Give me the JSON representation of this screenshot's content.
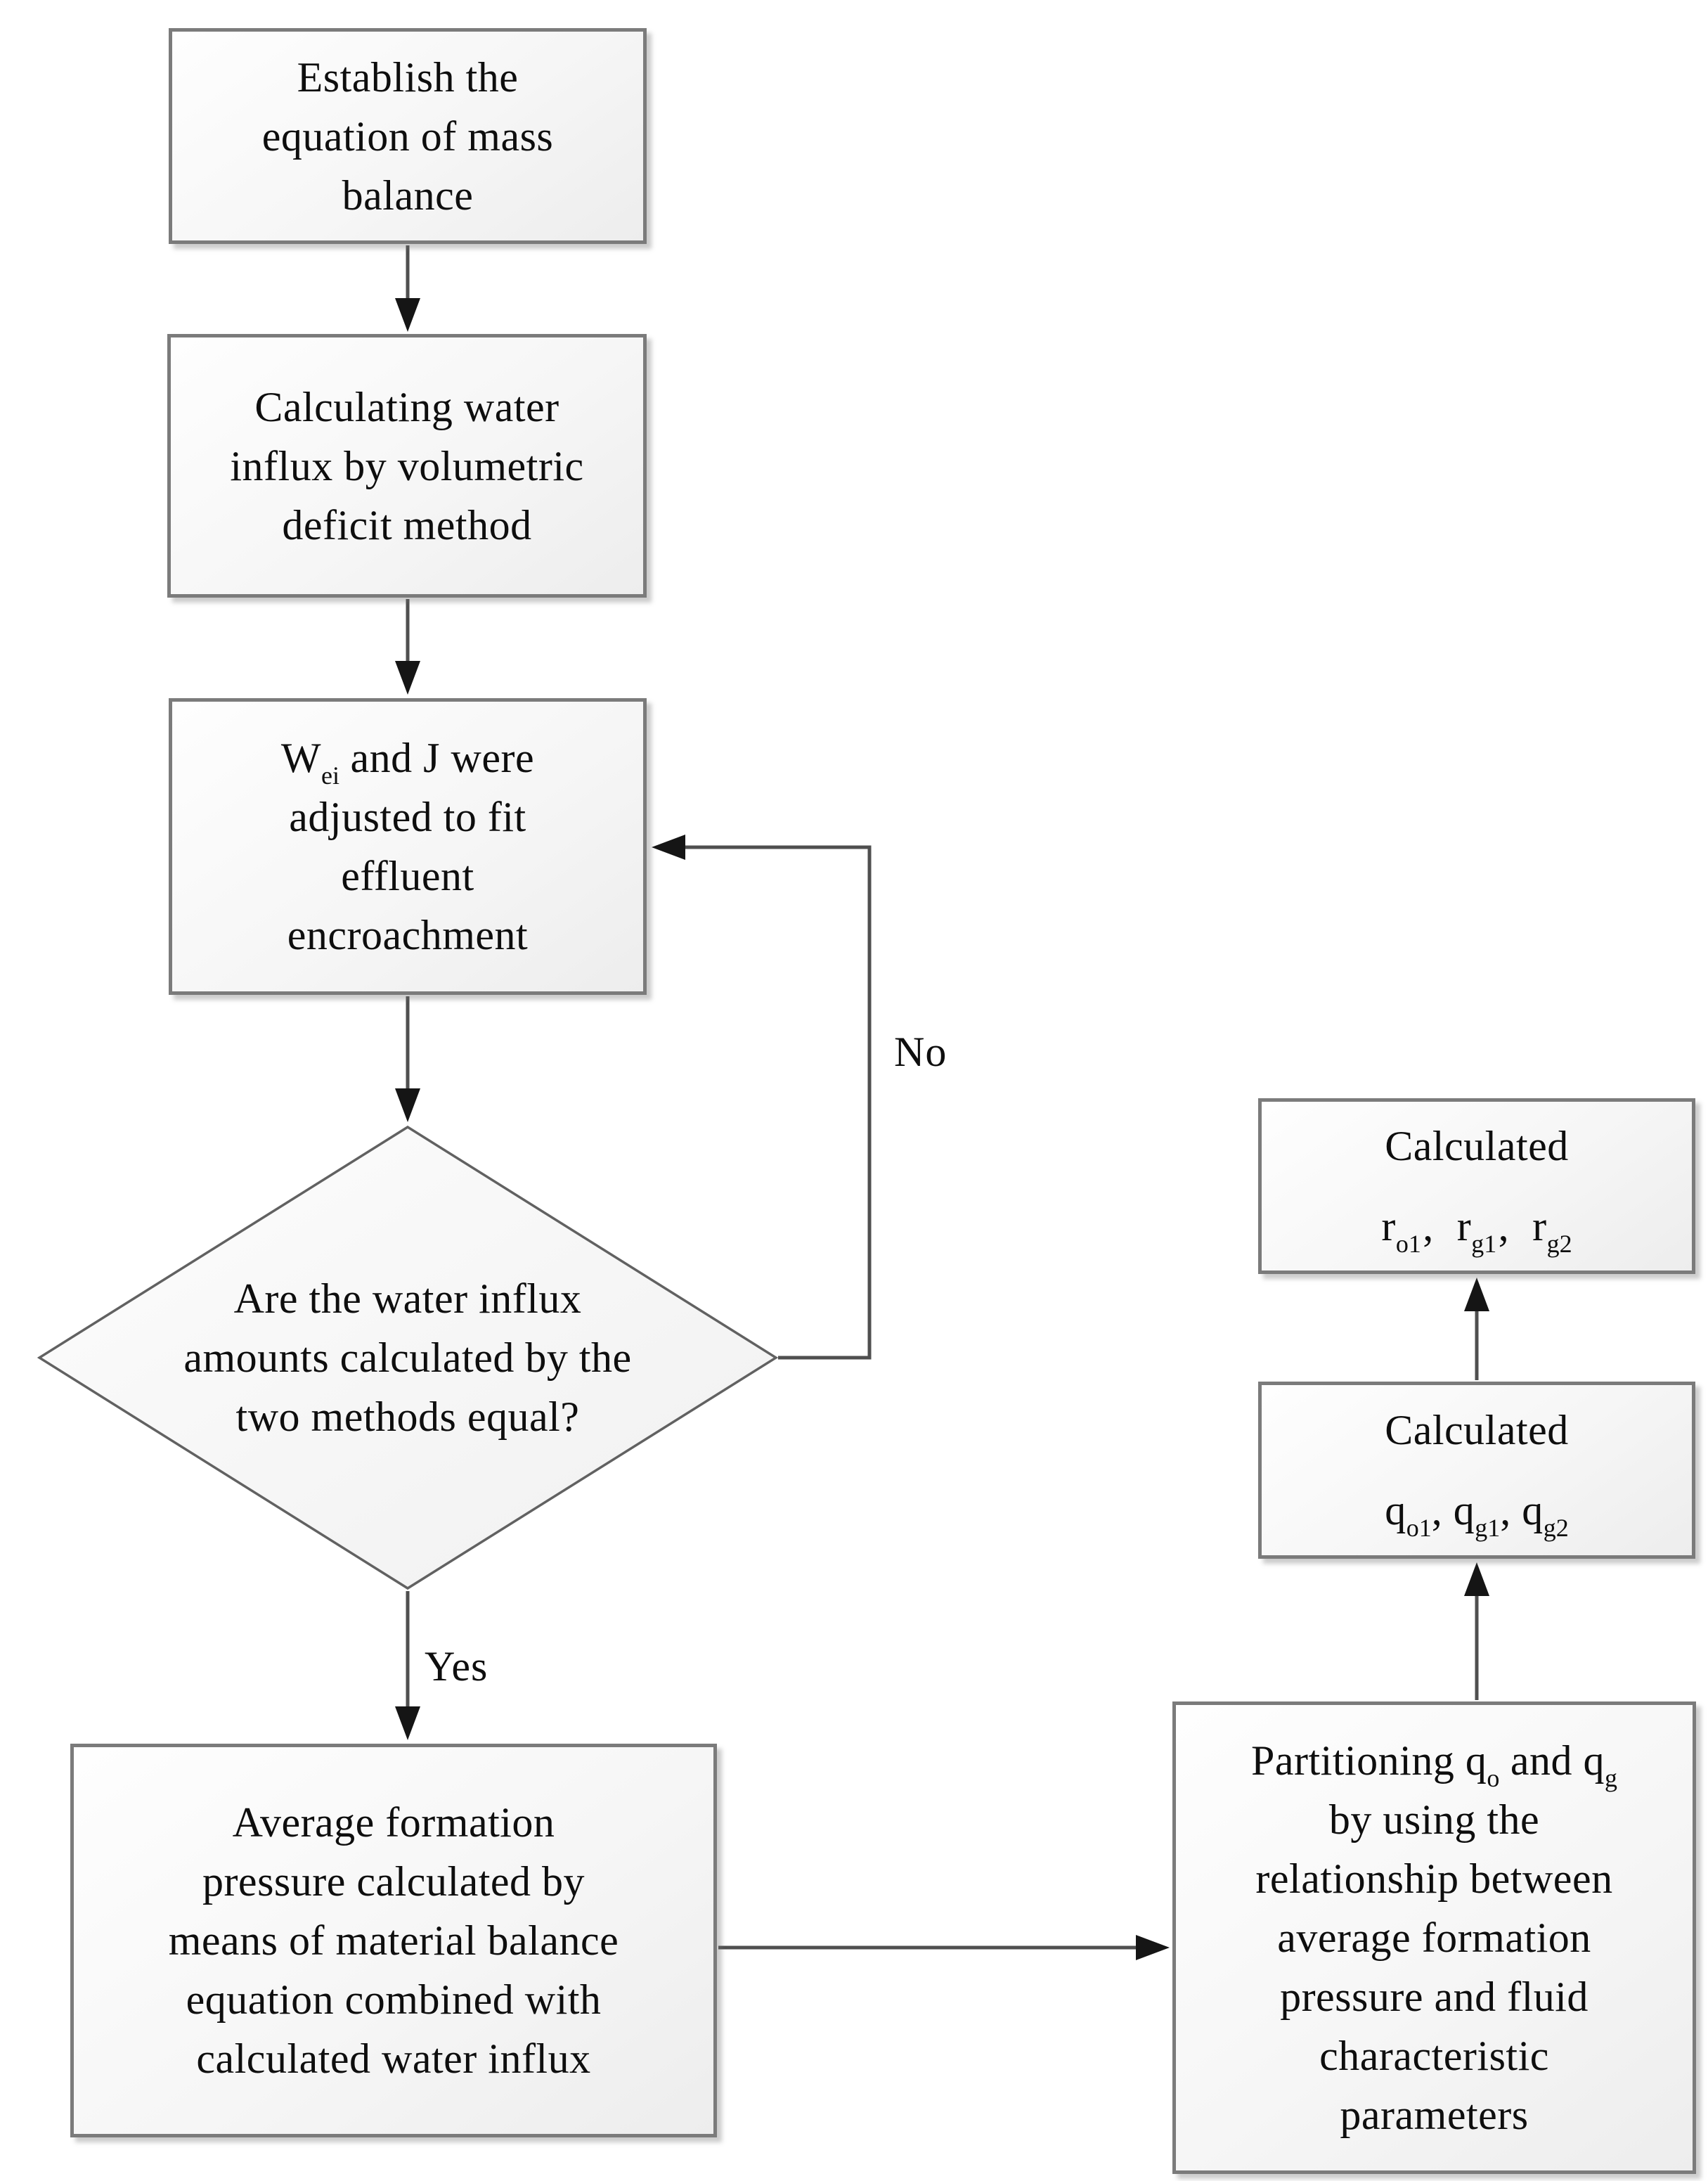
{
  "flowchart": {
    "nodes": {
      "establish": {
        "lines": [
          [
            {
              "t": "Establish the"
            }
          ],
          [
            {
              "t": "equation of mass"
            }
          ],
          [
            {
              "t": "balance"
            }
          ]
        ]
      },
      "volumetric": {
        "lines": [
          [
            {
              "t": "Calculating water"
            }
          ],
          [
            {
              "t": "influx by volumetric"
            }
          ],
          [
            {
              "t": "deficit method"
            }
          ]
        ]
      },
      "adjust": {
        "lines": [
          [
            {
              "t": "W"
            },
            {
              "sub": "ei"
            },
            {
              "t": " and J were"
            }
          ],
          [
            {
              "t": "adjusted to fit"
            }
          ],
          [
            {
              "t": "effluent"
            }
          ],
          [
            {
              "t": "encroachment"
            }
          ]
        ]
      },
      "decision": {
        "lines": [
          [
            {
              "t": "Are the water influx"
            }
          ],
          [
            {
              "t": "amounts calculated by the"
            }
          ],
          [
            {
              "t": "two methods equal?"
            }
          ]
        ]
      },
      "avg_pressure": {
        "lines": [
          [
            {
              "t": "Average formation"
            }
          ],
          [
            {
              "t": "pressure calculated by"
            }
          ],
          [
            {
              "t": "means of material balance"
            }
          ],
          [
            {
              "t": "equation combined with"
            }
          ],
          [
            {
              "t": "calculated water influx"
            }
          ]
        ]
      },
      "partitioning": {
        "lines": [
          [
            {
              "t": "Partitioning q"
            },
            {
              "sub": "o"
            },
            {
              "t": " and q"
            },
            {
              "sub": "g"
            }
          ],
          [
            {
              "t": "by using the"
            }
          ],
          [
            {
              "t": "relationship between"
            }
          ],
          [
            {
              "t": "average formation"
            }
          ],
          [
            {
              "t": "pressure and fluid"
            }
          ],
          [
            {
              "t": "characteristic"
            }
          ],
          [
            {
              "t": "parameters"
            }
          ]
        ]
      },
      "calc_q": {
        "lines": [
          [
            {
              "t": "Calculated"
            }
          ],
          [
            {
              "t": "q"
            },
            {
              "sub": "o1"
            },
            {
              "t": ", q"
            },
            {
              "sub": "g1"
            },
            {
              "t": ", q"
            },
            {
              "sub": "g2"
            }
          ]
        ]
      },
      "calc_r": {
        "lines": [
          [
            {
              "t": "Calculated"
            }
          ],
          [
            {
              "t": "r"
            },
            {
              "sub": "o1"
            },
            {
              "t": "、"
            },
            {
              "t": "r"
            },
            {
              "sub": "g1"
            },
            {
              "t": "、"
            },
            {
              "t": "r"
            },
            {
              "sub": "g2"
            }
          ]
        ]
      }
    },
    "edge_labels": {
      "no": "No",
      "yes": "Yes"
    },
    "colors": {
      "box_fill_light": "#fefefe",
      "box_fill_dark": "#ededed",
      "box_border": "#7b7b7b",
      "diamond_border": "#616161",
      "connector_line": "#4f4f4f",
      "arrowhead": "#151515",
      "text": "#0e0e0e",
      "background": "#ffffff"
    }
  }
}
